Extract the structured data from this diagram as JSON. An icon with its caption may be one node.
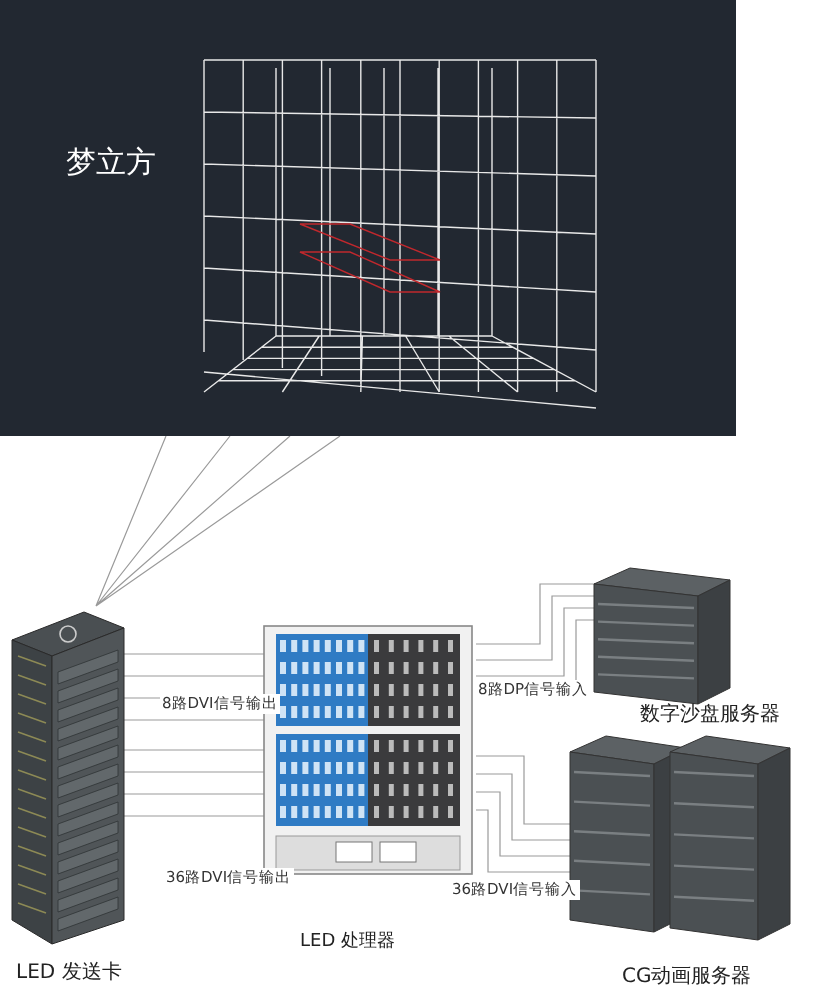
{
  "diagram": {
    "nodes": [
      {
        "text": [
          "梦立方"
        ]
      },
      {
        "text": [
          "LED 发送卡"
        ]
      },
      {
        "text": [
          "LED 处理器"
        ]
      },
      {
        "text": [
          "数字沙盘服务器"
        ]
      },
      {
        "text": [
          "CG动画服务器"
        ]
      }
    ],
    "edges": [
      {
        "from": 1,
        "to": 0,
        "arrow": "none"
      },
      {
        "from": 2,
        "to": 1,
        "arrow": "none",
        "label": "8路DVI信号输出"
      },
      {
        "from": 2,
        "to": 1,
        "arrow": "none",
        "label": "36路DVI信号输出"
      },
      {
        "from": 3,
        "to": 2,
        "arrow": "none",
        "label": "8路DP信号输入"
      },
      {
        "from": 4,
        "to": 2,
        "arrow": "none",
        "label": "36路DVI信号输入"
      }
    ]
  }
}
